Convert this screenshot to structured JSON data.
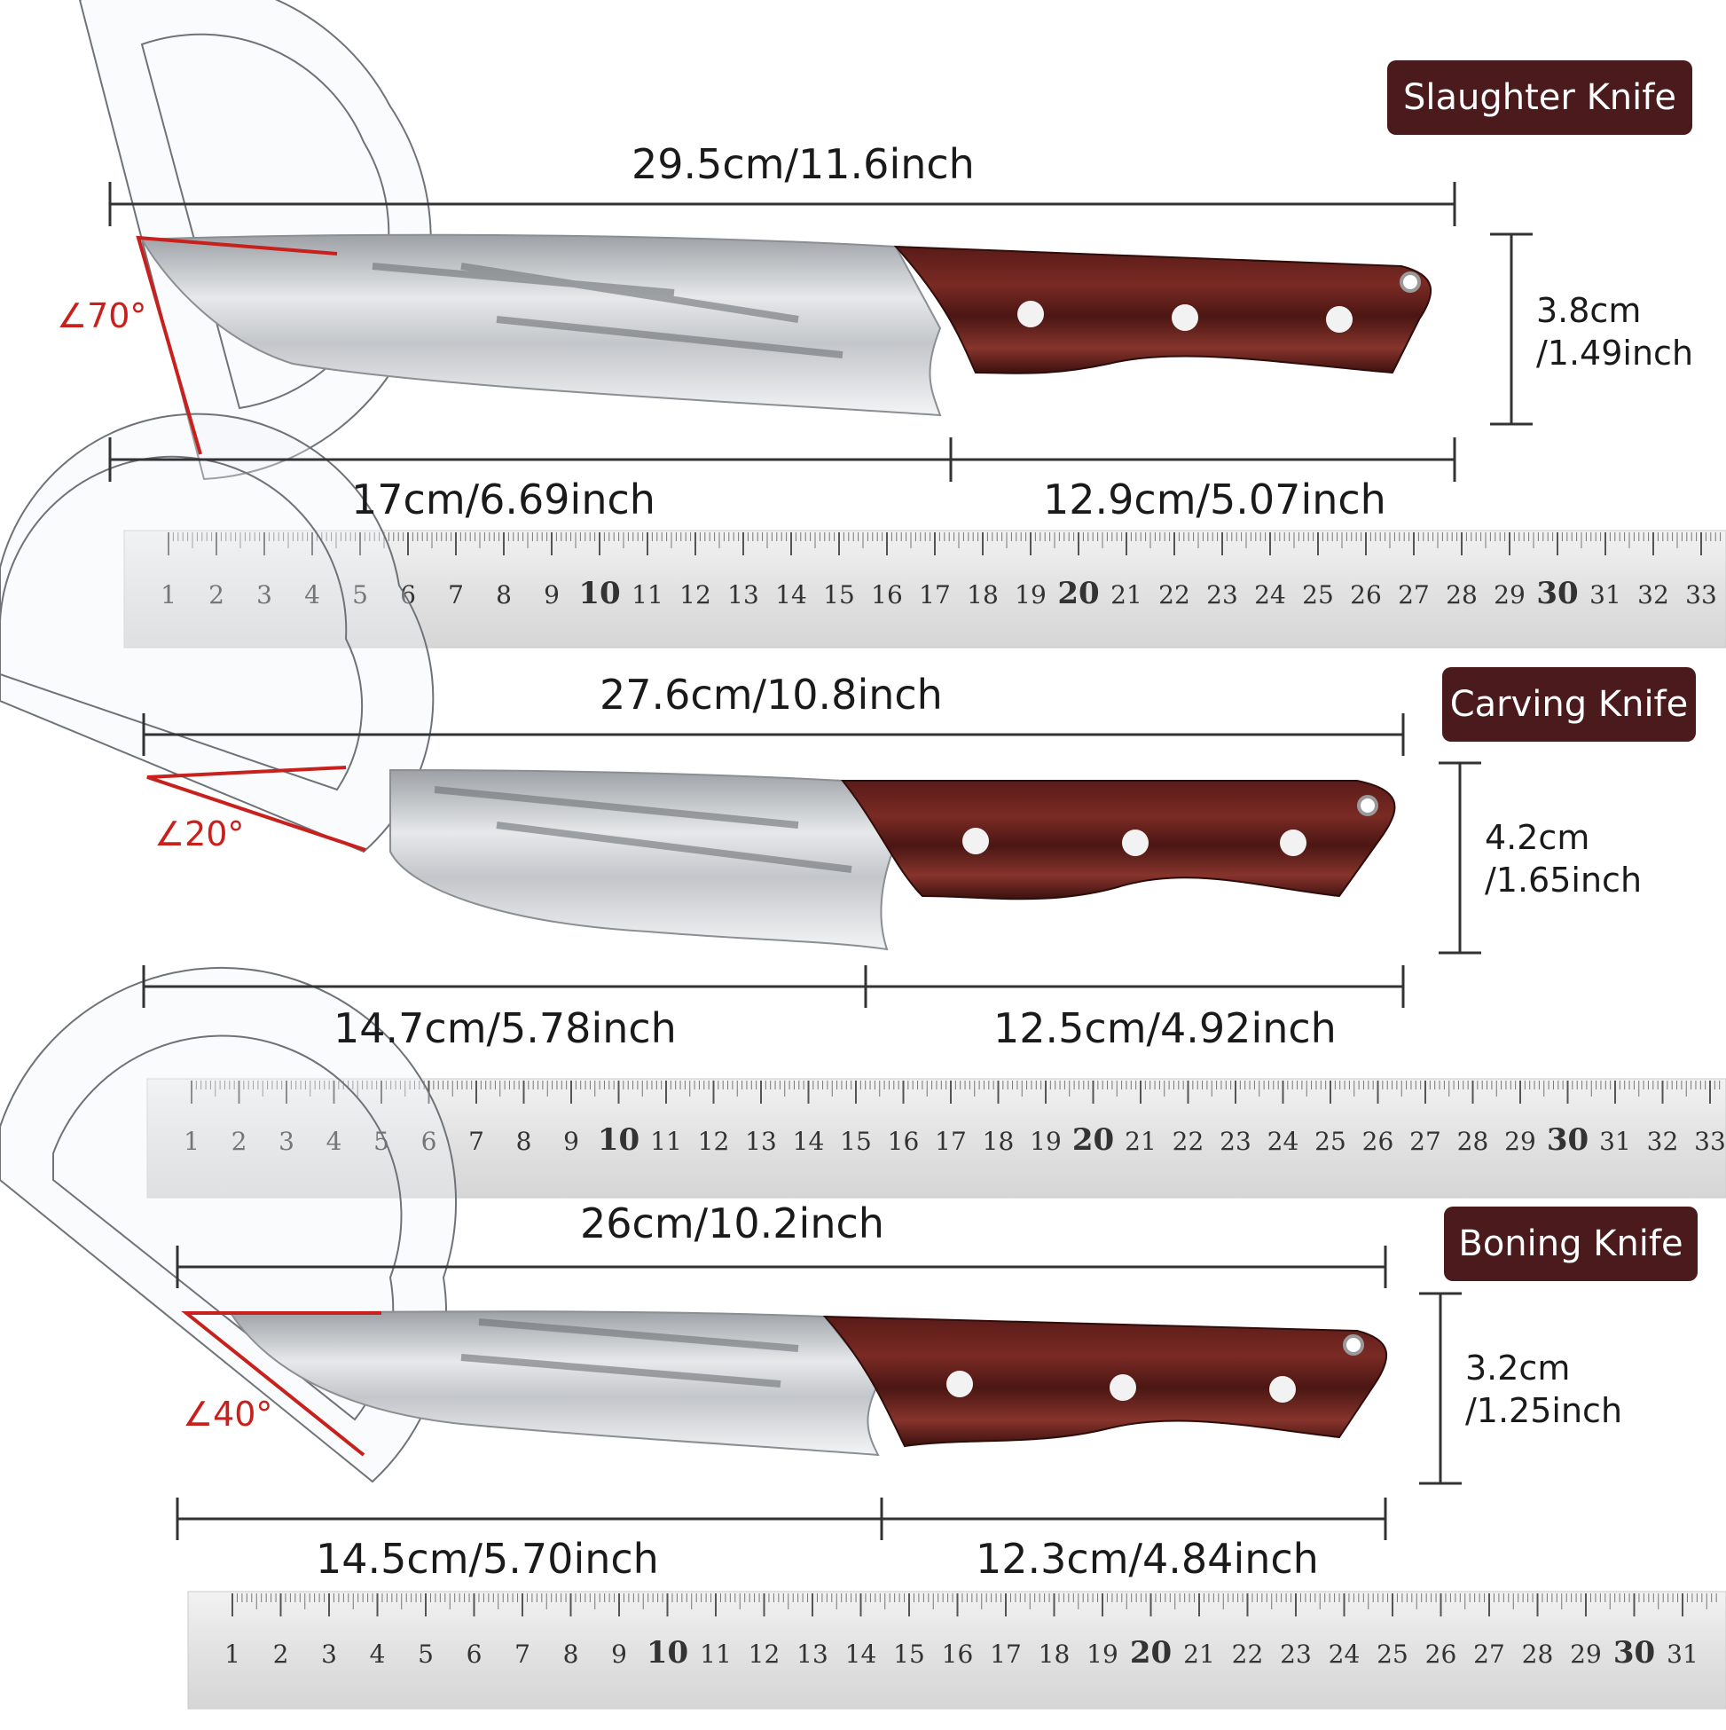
{
  "knives": [
    {
      "name": "Slaughter Knife",
      "total_length": "29.5cm/11.6inch",
      "blade_length": "17cm/6.69inch",
      "handle_length": "12.9cm/5.07inch",
      "width_cm": "3.8cm",
      "width_in": "/1.49inch",
      "angle": "∠70°"
    },
    {
      "name": "Carving Knife",
      "total_length": "27.6cm/10.8inch",
      "blade_length": "14.7cm/5.78inch",
      "handle_length": "12.5cm/4.92inch",
      "width_cm": "4.2cm",
      "width_in": "/1.65inch",
      "angle": "∠20°"
    },
    {
      "name": "Boning Knife",
      "total_length": "26cm/10.2inch",
      "blade_length": "14.5cm/5.70inch",
      "handle_length": "12.3cm/4.84inch",
      "width_cm": "3.2cm",
      "width_in": "/1.25inch",
      "angle": "∠40°"
    }
  ],
  "ruler_numbers": [
    "1",
    "2",
    "3",
    "4",
    "5",
    "6",
    "7",
    "8",
    "9",
    "10",
    "11",
    "12",
    "13",
    "14",
    "15",
    "16",
    "17",
    "18",
    "19",
    "20",
    "21",
    "22",
    "23",
    "24",
    "25",
    "26",
    "27",
    "28",
    "29",
    "30",
    "31",
    "32",
    "33"
  ],
  "colors": {
    "badge": "#4a1a1c",
    "angle_red": "#c8201c",
    "handle_wood": "#6b2320",
    "handle_dark": "#3f1412",
    "blade": "#d7d9dc",
    "ruler": "#e9e9e9"
  }
}
